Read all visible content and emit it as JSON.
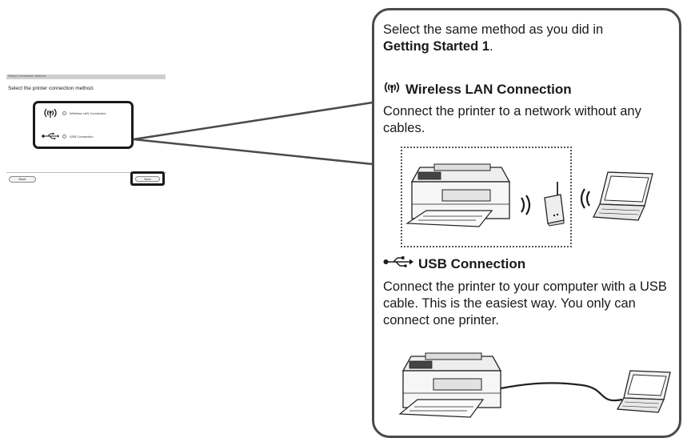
{
  "dialog": {
    "title": "Select Connection Method",
    "prompt": "Select the printer connection method.",
    "options": [
      {
        "label": "Wireless LAN Connection",
        "icon": "wireless-icon",
        "selected": false
      },
      {
        "label": "USB Connection",
        "icon": "usb-icon",
        "selected": false
      }
    ],
    "back_label": "Back",
    "next_label": "Next"
  },
  "panel": {
    "intro_prefix": "Select the same method as you did in",
    "intro_bold": "Getting Started 1",
    "intro_suffix": ".",
    "wireless": {
      "heading": "Wireless LAN Connection",
      "icon": "wireless-icon",
      "description": "Connect the printer to a network without any cables."
    },
    "usb": {
      "heading": "USB Connection",
      "icon": "usb-icon",
      "description": "Connect the printer to your computer with a USB cable. This is the easiest way. You only can connect one printer."
    }
  }
}
